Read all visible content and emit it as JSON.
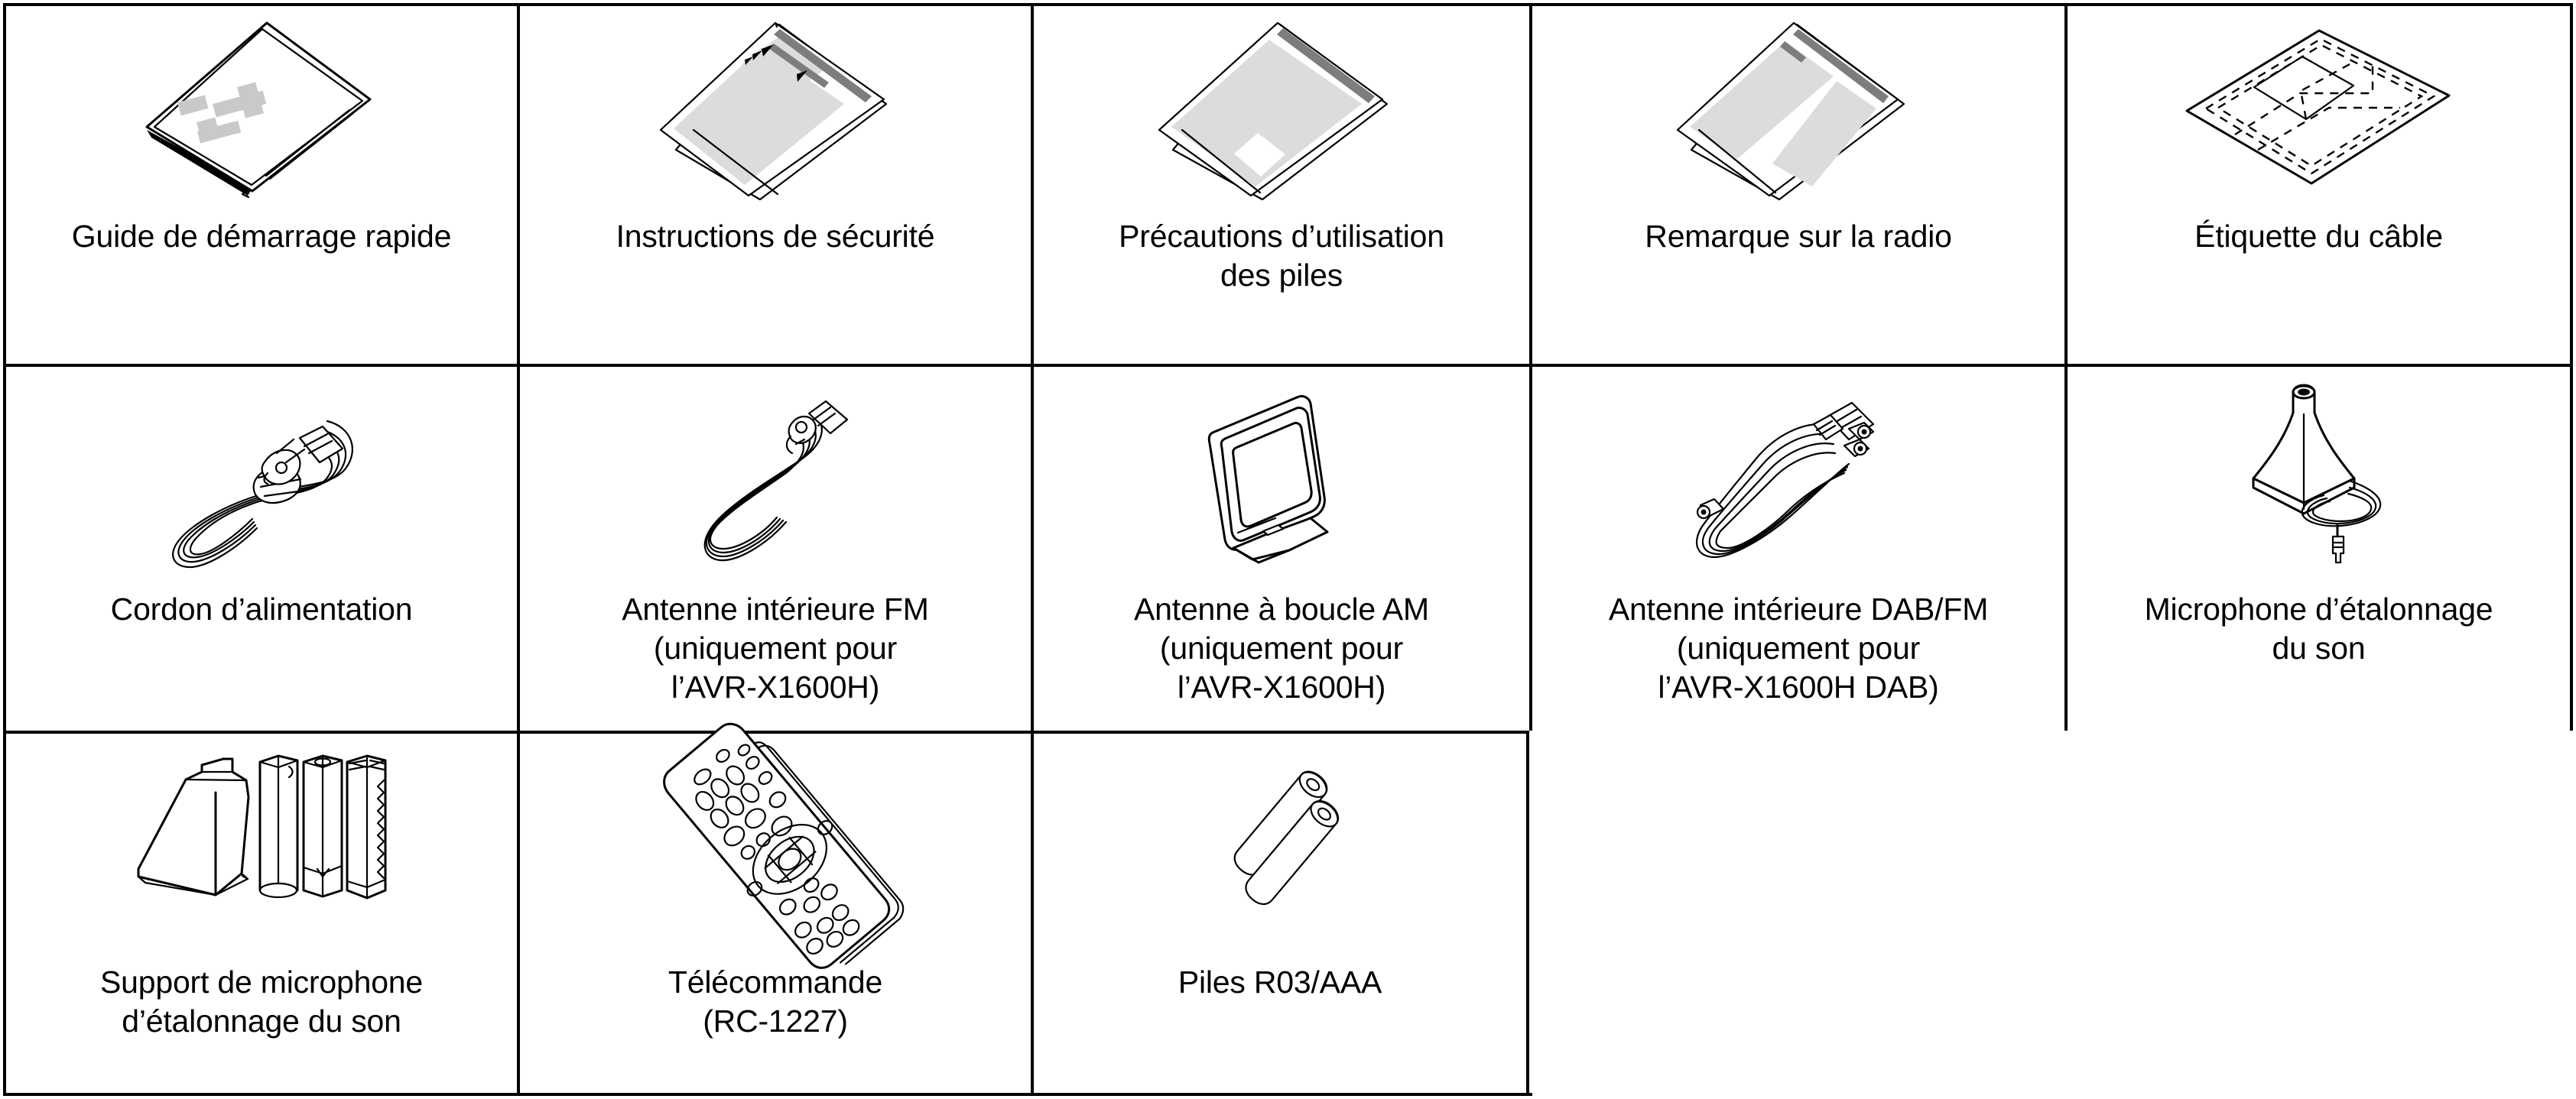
{
  "table": {
    "title_present": false,
    "rows": [
      {
        "cells": [
          {
            "icon": "quick-start-guide-booklet",
            "caption": "Guide de démarrage rapide"
          },
          {
            "icon": "safety-instructions-sheets",
            "caption": "Instructions de sécurité"
          },
          {
            "icon": "battery-precautions-sheets",
            "caption": "Précautions d’utilisation\ndes piles"
          },
          {
            "icon": "radio-notice-sheets",
            "caption": "Remarque sur la radio"
          },
          {
            "icon": "cable-label-sheet",
            "caption": "Étiquette du câble"
          }
        ]
      },
      {
        "cells": [
          {
            "icon": "power-cord-coil",
            "caption": "Cordon d’alimentation"
          },
          {
            "icon": "fm-indoor-antenna-coil",
            "caption": "Antenne intérieure FM\n(uniquement pour\nl’AVR-X1600H)"
          },
          {
            "icon": "am-loop-antenna",
            "caption": "Antenne à boucle AM\n(uniquement pour\nl’AVR-X1600H)"
          },
          {
            "icon": "dab-fm-indoor-antenna-coil",
            "caption": "Antenne intérieure DAB/FM\n(uniquement pour\nl’AVR-X1600H DAB)"
          },
          {
            "icon": "sound-calibration-microphone",
            "caption": "Microphone d’étalonnage\ndu son"
          }
        ]
      },
      {
        "cells": [
          {
            "icon": "microphone-stand-parts",
            "caption": "Support de microphone\nd’étalonnage du son"
          },
          {
            "icon": "remote-control-unit",
            "caption": "Télécommande\n(RC-1227)"
          },
          {
            "icon": "aaa-batteries-pair",
            "caption": "Piles R03/AAA"
          }
        ]
      }
    ]
  },
  "colors": {
    "border": "#000000",
    "background": "#ffffff",
    "page_light": "#dcdcdc",
    "page_mid": "#c9c9c9",
    "page_dark": "#7d7d7d",
    "text": "#000000"
  }
}
